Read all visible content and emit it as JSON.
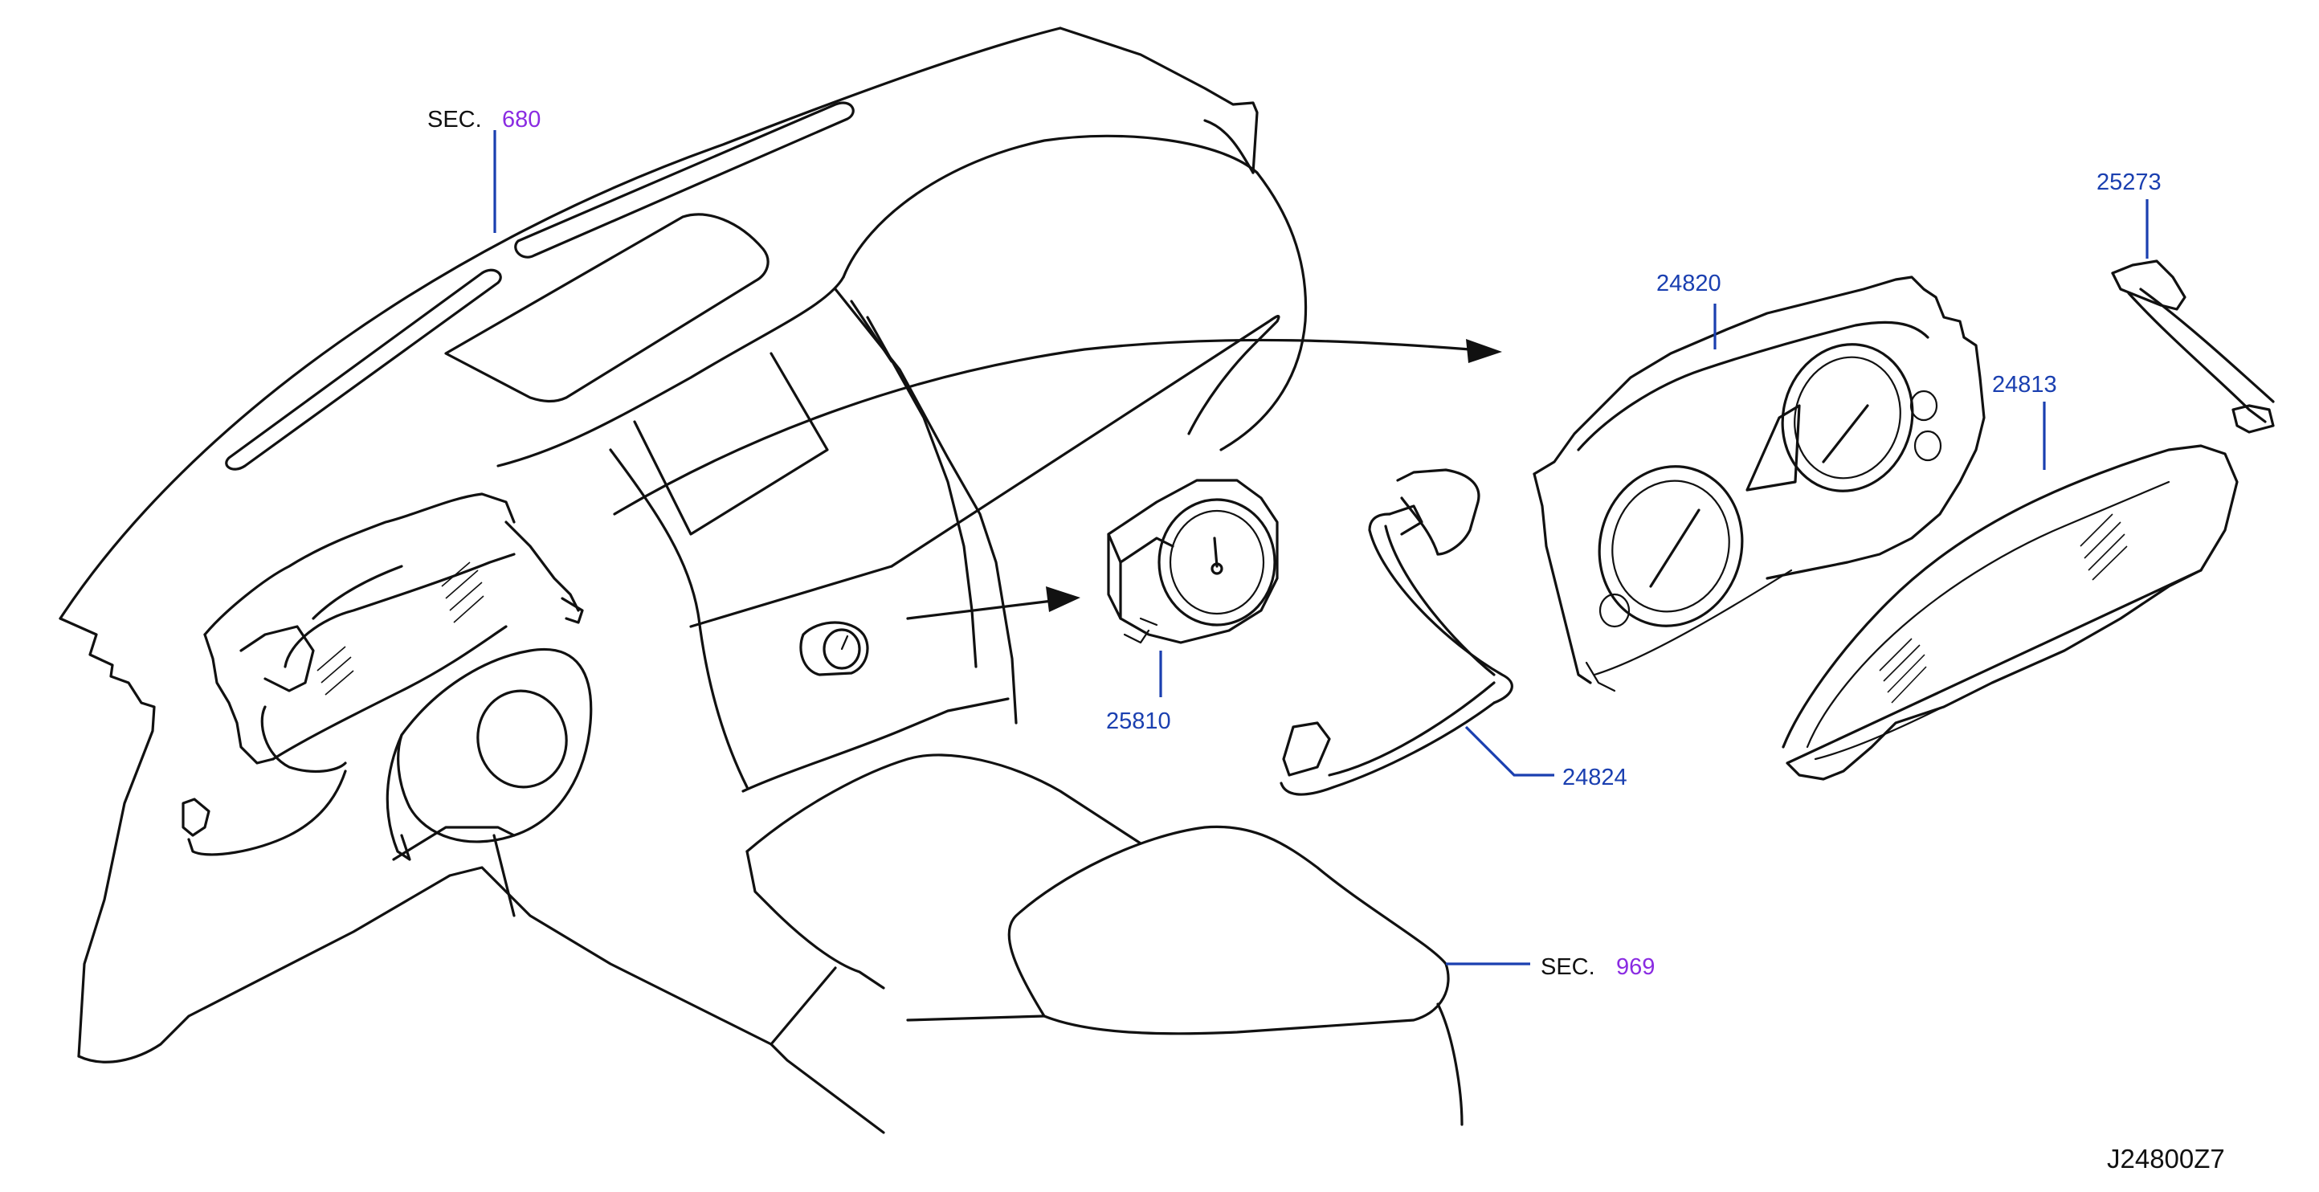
{
  "labels": {
    "sec_prefix": "SEC.",
    "sec_680": "680",
    "sec_969": "969",
    "part_24820": "24820",
    "part_25273": "25273",
    "part_24813": "24813",
    "part_25810": "25810",
    "part_24824": "24824",
    "diagram_code": "J24800Z7"
  },
  "colors": {
    "part_number": "#1a3fb0",
    "section_number": "#8a2be2",
    "line_art": "#111111"
  }
}
